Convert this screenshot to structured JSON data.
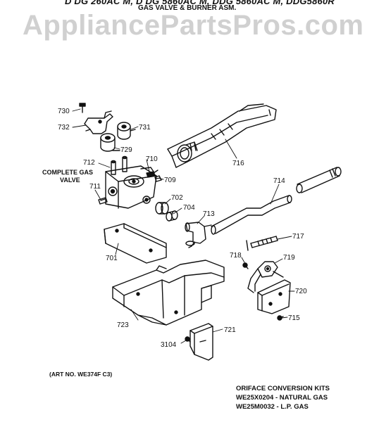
{
  "header": {
    "cut_title": "D DG 260AC M, D DG 5860AC M, DDG 5860AC M, DDG5860R",
    "subtitle": "GAS VALVE & BURNER ASM."
  },
  "watermark": "AppliancePartsPros.com",
  "parts": {
    "p730": "730",
    "p732": "732",
    "p731": "731",
    "p729": "729",
    "p712": "712",
    "p710": "710",
    "p709": "709",
    "p711": "711",
    "p702": "702",
    "p704": "704",
    "p713": "713",
    "p714": "714",
    "p716": "716",
    "p717": "717",
    "p718": "718",
    "p719": "719",
    "p720": "720",
    "p715": "715",
    "p701": "701",
    "p723": "723",
    "p721": "721",
    "p3104": "3104"
  },
  "valve_label": {
    "line1": "COMPLETE GAS",
    "line2": "VALVE"
  },
  "art_number": "(ART NO. WE374F C3)",
  "kits": {
    "title": "ORIFACE CONVERSION KITS",
    "natural": "WE25X0204 - NATURAL GAS",
    "lp": "WE25M0032 - L.P. GAS"
  }
}
